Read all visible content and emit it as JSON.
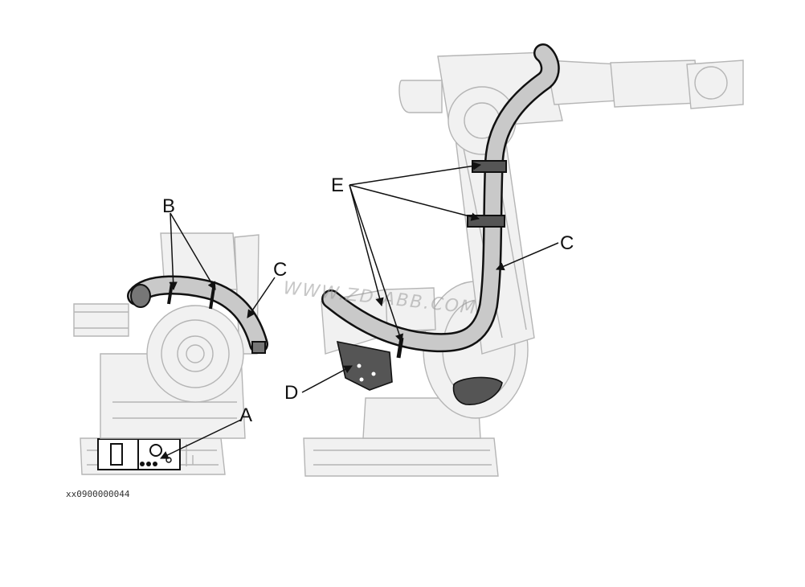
{
  "labels": {
    "a": "A",
    "b": "B",
    "c_left": "C",
    "c_right": "C",
    "d": "D",
    "e": "E"
  },
  "watermark": "WWW.ZD-ABB.COM",
  "figure_id": "xx0900000044",
  "colors": {
    "line": "#111111",
    "ghost_line": "#b5b5b5",
    "ghost_fill": "#f1f1f1",
    "hose_fill": "#c9c9c9",
    "highlight_fill": "#555555"
  }
}
